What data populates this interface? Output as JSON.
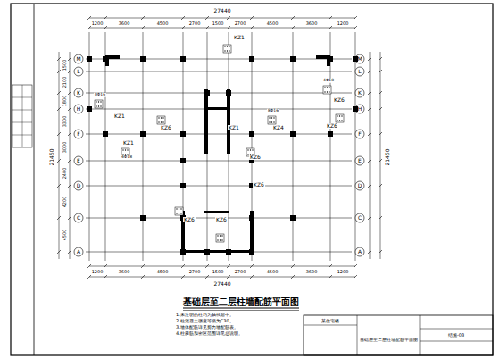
{
  "diagram": {
    "title": "基础层至二层柱墙配筋平面图",
    "labels": [
      "27440",
      "1200",
      "3600",
      "4500",
      "2700",
      "1500",
      "2700",
      "4500",
      "3600",
      "1200",
      "27440",
      "1200",
      "3600",
      "4500",
      "2700",
      "1500",
      "2700",
      "4500",
      "3600",
      "1200",
      "M",
      "L",
      "K",
      "H",
      "F",
      "E",
      "D",
      "C",
      "A",
      "M",
      "L",
      "K",
      "H",
      "F",
      "E",
      "D",
      "C",
      "A",
      "1500",
      "2100",
      "1800",
      "3300",
      "3000",
      "2400",
      "4200",
      "4500",
      "21450",
      "21450",
      "KZ1",
      "KZ6",
      "KZ1",
      "KZ1",
      "KZ6",
      "KZ1",
      "KZ4",
      "KZ6",
      "KZ6",
      "KZ6",
      "KZ6",
      "KZ6",
      "8Φ16",
      "4Φ18",
      "8Φ16",
      "4Φ18",
      "1.未注明的柱均为轴线居中。",
      "2.柱混凝土强度等级为C30。",
      "3.墙体配筋详见剪力墙配筋表。",
      "4.柱箍筋加密区范围详见总说明。",
      "某住宅楼",
      "结施-03",
      "基础层至二层柱墙配筋平面图"
    ]
  }
}
